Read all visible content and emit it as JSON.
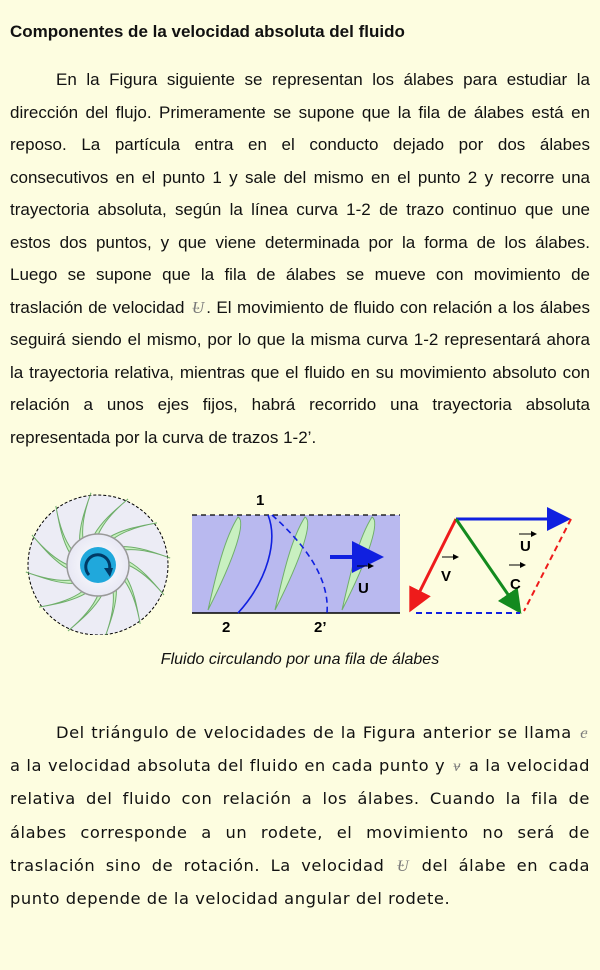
{
  "title": "Componentes de la velocidad absoluta del fluido",
  "para1": {
    "a": "En la Figura siguiente se representan los álabes para estudiar la dirección del flujo. Primeramente se supone que la fila de álabes está en reposo. La partícula entra en el conducto dejado por dos álabes consecutivos en el punto 1 y sale del mismo en el punto 2 y recorre una trayectoria absoluta, según la línea curva 1-2 de trazo continuo que une estos dos puntos, y que viene determinada por la forma de los álabes. Luego se supone que la fila de álabes se mueve con movimiento de traslación de velocidad",
    "u": "U",
    "b": ". El movimiento de fluido con relación a los álabes seguirá siendo el mismo, por lo que la misma curva 1-2 representará ahora la trayectoria relativa, mientras que el fluido en su movimiento absoluto con relación a unos ejes fijos, habrá recorrido una trayectoria absoluta representada por la curva de trazos 1-2’."
  },
  "figure": {
    "label_1": "1",
    "label_2": "2",
    "label_2p": "2’",
    "label_U_blades": "U",
    "label_U": "U",
    "label_V": "V",
    "label_C": "C",
    "colors": {
      "blue": "#1020e0",
      "red": "#ee1b1b",
      "green": "#138a1e",
      "blade": "#c8f0c0"
    },
    "caption": "Fluido circulando por una fila de álabes"
  },
  "para2": {
    "a": "Del triángulo de velocidades de la Figura anterior se llama",
    "c": "c",
    "b": "a la velocidad absoluta del fluido en cada punto y",
    "v": "v",
    "d": "a la velocidad relativa del fluido con relación a los álabes. Cuando la fila de álabes corresponde a un rodete, el movimiento no será de traslación sino de rotación. La velocidad",
    "u": "U",
    "e": "del álabe en cada punto depende de la velocidad angular del rodete."
  }
}
